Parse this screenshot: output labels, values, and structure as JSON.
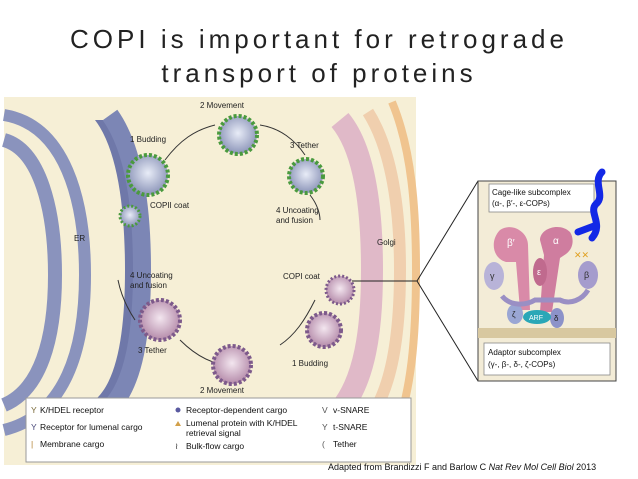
{
  "slide": {
    "title_line1": "COPI is important for retrograde",
    "title_line2": "transport of proteins",
    "credit_prefix": "Adapted from Brandizzi F and Barlow C ",
    "credit_journal": "Nat Rev Mol Cell Biol",
    "credit_year": " 2013"
  },
  "cycle": {
    "er": "ER",
    "golgi": "Golgi",
    "budding_top": "1 Budding",
    "movement_top": "2 Movement",
    "tether_top": "3 Tether",
    "uncoating_right_1": "4 Uncoating",
    "uncoating_right_2": "and fusion",
    "copii_coat": "COPII coat",
    "copi_coat": "COPI coat",
    "uncoating_left_1": "4 Uncoating",
    "uncoating_left_2": "and fusion",
    "tether_bottom": "3 Tether",
    "movement_bottom": "2 Movement",
    "budding_bottom": "1 Budding"
  },
  "legend": {
    "kdel_receptor": "K/HDEL receptor",
    "lumenal_receptor": "Receptor for lumenal cargo",
    "membrane_cargo": "Membrane cargo",
    "receptor_cargo": "Receptor-dependent cargo",
    "lumenal_protein_1": "Lumenal protein with K/HDEL",
    "lumenal_protein_2": "retrieval signal",
    "bulk_cargo": "Bulk-flow cargo",
    "v_snare": "v-SNARE",
    "t_snare": "t-SNARE",
    "tether": "Tether"
  },
  "inset": {
    "cage_title_1": "Cage-like subcomplex",
    "cage_title_2": "(α-, β′-, ε-COPs)",
    "beta_prime": "β′",
    "alpha": "α",
    "epsilon": "ε",
    "gamma": "γ",
    "beta": "β",
    "zeta": "ζ",
    "delta": "δ",
    "arf": "ARF",
    "adaptor_title_1": "Adaptor subcomplex",
    "adaptor_title_2": "(γ-, β-, δ-, ζ-COPs)"
  }
}
